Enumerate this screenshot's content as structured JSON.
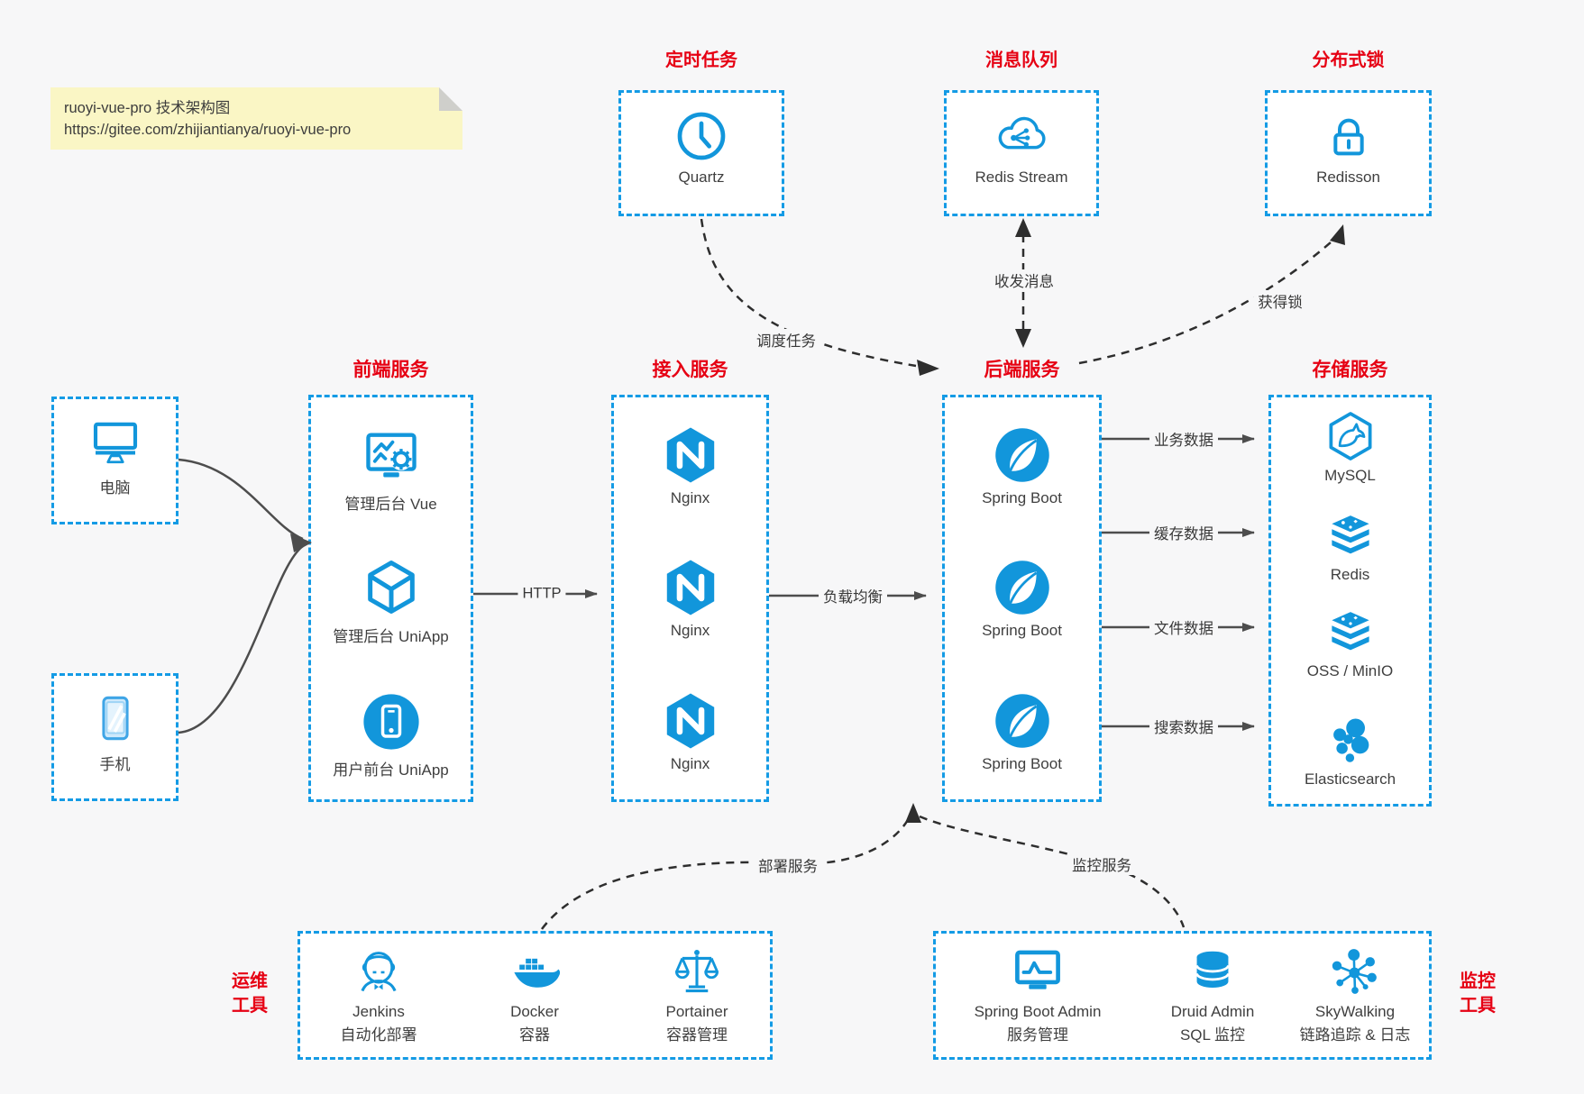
{
  "note": {
    "line1": "ruoyi-vue-pro 技术架构图",
    "line2": "https://gitee.com/zhijiantianya/ruoyi-vue-pro"
  },
  "colors": {
    "accent_blue": "#1296db",
    "border_blue": "#149be5",
    "title_red": "#e60013",
    "note_yellow": "#faf6c5",
    "solid_arrow": "#4d4d4d",
    "dashed_arrow": "#2e2e2e",
    "background": "#f7f7f8"
  },
  "top_services": [
    {
      "title": "定时任务",
      "label": "Quartz",
      "icon": "clock-icon"
    },
    {
      "title": "消息队列",
      "label": "Redis Stream",
      "icon": "cloud-stream-icon"
    },
    {
      "title": "分布式锁",
      "label": "Redisson",
      "icon": "lock-icon"
    }
  ],
  "clients": [
    {
      "label": "电脑",
      "icon": "desktop-icon"
    },
    {
      "label": "手机",
      "icon": "smartphone-icon"
    }
  ],
  "columns": {
    "frontend": {
      "title": "前端服务",
      "items": [
        {
          "label": "管理后台 Vue",
          "icon": "admin-vue-icon"
        },
        {
          "label": "管理后台 UniApp",
          "icon": "uniapp-cube-icon"
        },
        {
          "label": "用户前台 UniApp",
          "icon": "user-app-icon"
        }
      ]
    },
    "gateway": {
      "title": "接入服务",
      "items": [
        {
          "label": "Nginx",
          "icon": "nginx-icon"
        },
        {
          "label": "Nginx",
          "icon": "nginx-icon"
        },
        {
          "label": "Nginx",
          "icon": "nginx-icon"
        }
      ]
    },
    "backend": {
      "title": "后端服务",
      "items": [
        {
          "label": "Spring Boot",
          "icon": "spring-boot-icon"
        },
        {
          "label": "Spring Boot",
          "icon": "spring-boot-icon"
        },
        {
          "label": "Spring Boot",
          "icon": "spring-boot-icon"
        }
      ]
    },
    "storage": {
      "title": "存储服务",
      "items": [
        {
          "label": "MySQL",
          "icon": "mysql-icon"
        },
        {
          "label": "Redis",
          "icon": "redis-layers-icon"
        },
        {
          "label": "OSS / MinIO",
          "icon": "oss-layers-icon"
        },
        {
          "label": "Elasticsearch",
          "icon": "elasticsearch-icon"
        }
      ]
    }
  },
  "bottom": {
    "ops": {
      "title_line1": "运维",
      "title_line2": "工具",
      "items": [
        {
          "label_line1": "Jenkins",
          "label_line2": "自动化部署",
          "icon": "jenkins-icon"
        },
        {
          "label_line1": "Docker",
          "label_line2": "容器",
          "icon": "docker-icon"
        },
        {
          "label_line1": "Portainer",
          "label_line2": "容器管理",
          "icon": "portainer-icon"
        }
      ]
    },
    "monitor": {
      "title_line1": "监控",
      "title_line2": "工具",
      "items": [
        {
          "label_line1": "Spring Boot Admin",
          "label_line2": "服务管理",
          "icon": "boot-admin-icon"
        },
        {
          "label_line1": "Druid Admin",
          "label_line2": "SQL 监控",
          "icon": "druid-icon"
        },
        {
          "label_line1": "SkyWalking",
          "label_line2": "链路追踪 & 日志",
          "icon": "skywalking-icon"
        }
      ]
    }
  },
  "edges": {
    "http": "HTTP",
    "load_balance": "负载均衡",
    "business_data": "业务数据",
    "cache_data": "缓存数据",
    "file_data": "文件数据",
    "search_data": "搜索数据",
    "schedule_task": "调度任务",
    "send_receive_message": "收发消息",
    "acquire_lock": "获得锁",
    "deploy_service": "部署服务",
    "monitor_service": "监控服务"
  }
}
